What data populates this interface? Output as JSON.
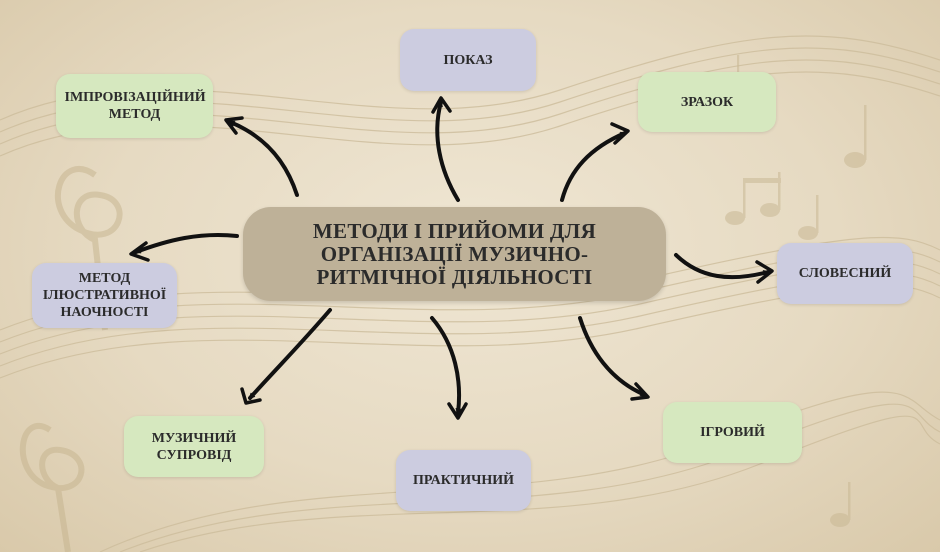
{
  "diagram": {
    "center": "МЕТОДИ І ПРИЙОМИ ДЛЯ ОРГАНІЗАЦІЇ МУЗИЧНО-РИТМІЧНОЇ ДІЯЛЬНОСТІ",
    "nodes": {
      "pokaz": "ПОКАЗ",
      "zrazok": "ЗРАЗОК",
      "slovesnyi": "СЛОВЕСНИЙ",
      "ihrovyi": "ІГРОВИЙ",
      "praktychnyi": "ПРАКТИЧНИЙ",
      "muzychnyi_suprovid": "МУЗИЧНИЙ СУПРОВІД",
      "metod_iliustratyvnoi": "МЕТОД ІЛЮСТРАТИВНОЇ НАОЧНОСТІ",
      "improvizatsiinyi": "ІМПРОВІЗАЦІЙНИЙ МЕТОД"
    },
    "colors": {
      "green_box": "#d6e8bf",
      "violet_box": "#cccce0",
      "center_box": "#beb198",
      "arrow": "#111111"
    }
  }
}
